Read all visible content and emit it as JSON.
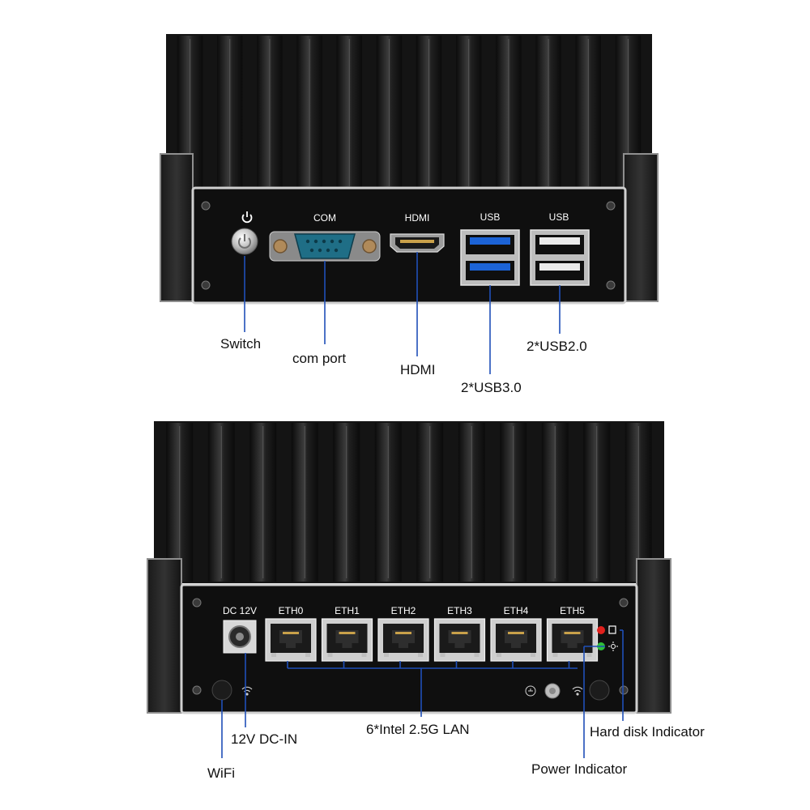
{
  "device_top": {
    "port_labels": {
      "com": "COM",
      "hdmi": "HDMI",
      "usb_a": "USB",
      "usb_b": "USB"
    },
    "callouts": {
      "switch": "Switch",
      "com_port": "com port",
      "hdmi": "HDMI",
      "usb30": "2*USB3.0",
      "usb20": "2*USB2.0"
    }
  },
  "device_bottom": {
    "port_labels": {
      "dc": "DC 12V",
      "eth": [
        "ETH0",
        "ETH1",
        "ETH2",
        "ETH3",
        "ETH4",
        "ETH5"
      ]
    },
    "callouts": {
      "dc_in": "12V DC-IN",
      "wifi": "WiFi",
      "lan": "6*Intel 2.5G LAN",
      "hdd": "Hard disk Indicator",
      "power": "Power Indicator"
    }
  },
  "colors": {
    "chassis": "#151515",
    "fin": "#2b2b2b",
    "fin_highlight": "#5a5a5a",
    "panel": "#0e0e0e",
    "bezel": "#c9c9c9",
    "callout_line": "#1f4fb8",
    "usb3_blue": "#1c63d6",
    "db9_teal": "#1f6e86",
    "led_red": "#e0201c",
    "led_green": "#2fbf3a"
  },
  "icons": [
    "power-icon",
    "wifi-icon",
    "ground-icon",
    "hdd-icon",
    "led-icon"
  ]
}
